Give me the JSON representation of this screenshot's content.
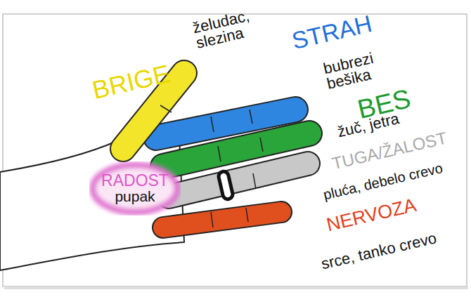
{
  "diagram": {
    "nodes": [
      {
        "text": [
          "RADOST",
          "pupak"
        ]
      }
    ],
    "labels": [
      "BRIGE",
      "želudac, slezina",
      "STRAH",
      "bubrezi bešika",
      "BES",
      "žuč, jetra",
      "TUGA/ŽALOST",
      "pluća, debelo crevo",
      "NERVOZA",
      "srce, tanko crevo"
    ]
  }
}
